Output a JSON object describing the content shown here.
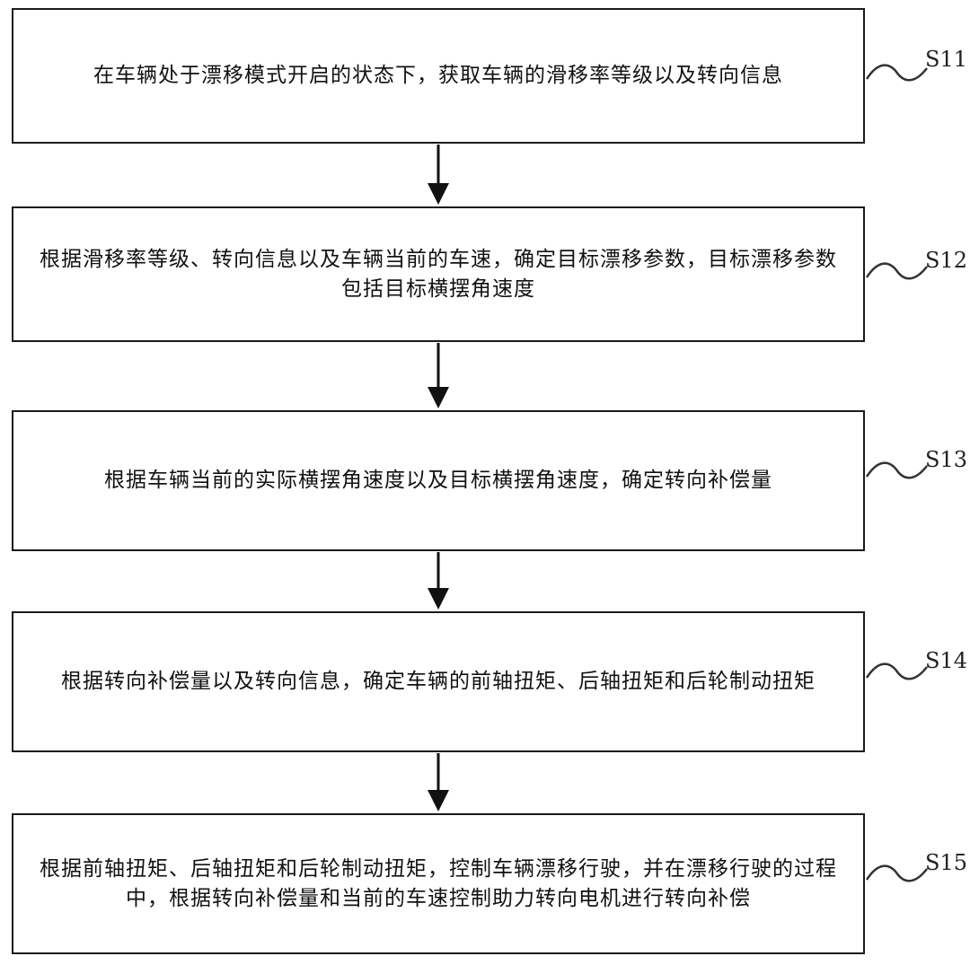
{
  "flowchart": {
    "steps": [
      {
        "id": "S11",
        "text": "在车辆处于漂移模式开启的状态下，获取车辆的滑移率等级以及转向信息"
      },
      {
        "id": "S12",
        "text": "根据滑移率等级、转向信息以及车辆当前的车速，确定目标漂移参数，目标漂移参数包括目标横摆角速度"
      },
      {
        "id": "S13",
        "text": "根据车辆当前的实际横摆角速度以及目标横摆角速度，确定转向补偿量"
      },
      {
        "id": "S14",
        "text": "根据转向补偿量以及转向信息，确定车辆的前轴扭矩、后轴扭矩和后轮制动扭矩"
      },
      {
        "id": "S15",
        "text": "根据前轴扭矩、后轴扭矩和后轮制动扭矩，控制车辆漂移行驶，并在漂移行驶的过程中，根据转向补偿量和当前的车速控制助力转向电机进行转向补偿"
      }
    ]
  }
}
